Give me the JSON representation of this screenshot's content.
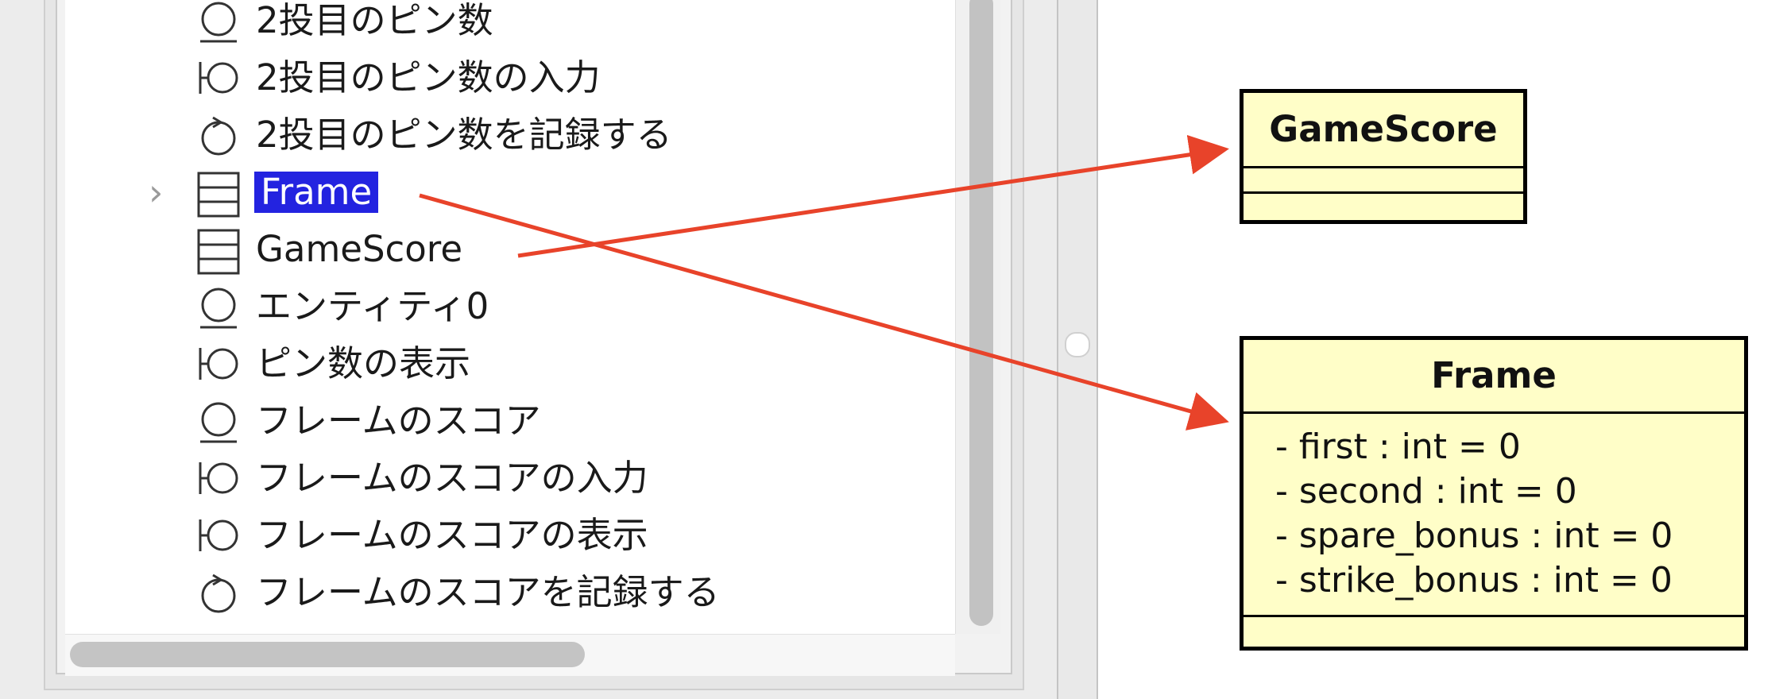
{
  "tree": {
    "items": [
      {
        "label": "2投目のピン数",
        "icon": "entity-icon"
      },
      {
        "label": "2投目のピン数の入力",
        "icon": "boundary-icon"
      },
      {
        "label": "2投目のピン数を記録する",
        "icon": "control-icon"
      },
      {
        "label": "Frame",
        "icon": "class-icon",
        "selected": true,
        "expandable": true
      },
      {
        "label": "GameScore",
        "icon": "class-icon"
      },
      {
        "label": "エンティティ0",
        "icon": "entity-icon"
      },
      {
        "label": "ピン数の表示",
        "icon": "boundary-icon"
      },
      {
        "label": "フレームのスコア",
        "icon": "entity-icon"
      },
      {
        "label": "フレームのスコアの入力",
        "icon": "boundary-icon"
      },
      {
        "label": "フレームのスコアの表示",
        "icon": "boundary-icon"
      },
      {
        "label": "フレームのスコアを記録する",
        "icon": "control-icon"
      }
    ],
    "disclosure_glyph": "›"
  },
  "diagram": {
    "gamescore": {
      "name": "GameScore"
    },
    "frame": {
      "name": "Frame",
      "attributes": [
        "- first : int = 0",
        "- second : int = 0",
        "- spare_bonus : int = 0",
        "- strike_bonus : int = 0"
      ]
    }
  },
  "colors": {
    "selection": "#2323e0",
    "class_fill": "#fffec8",
    "arrow": "#e8432a"
  }
}
